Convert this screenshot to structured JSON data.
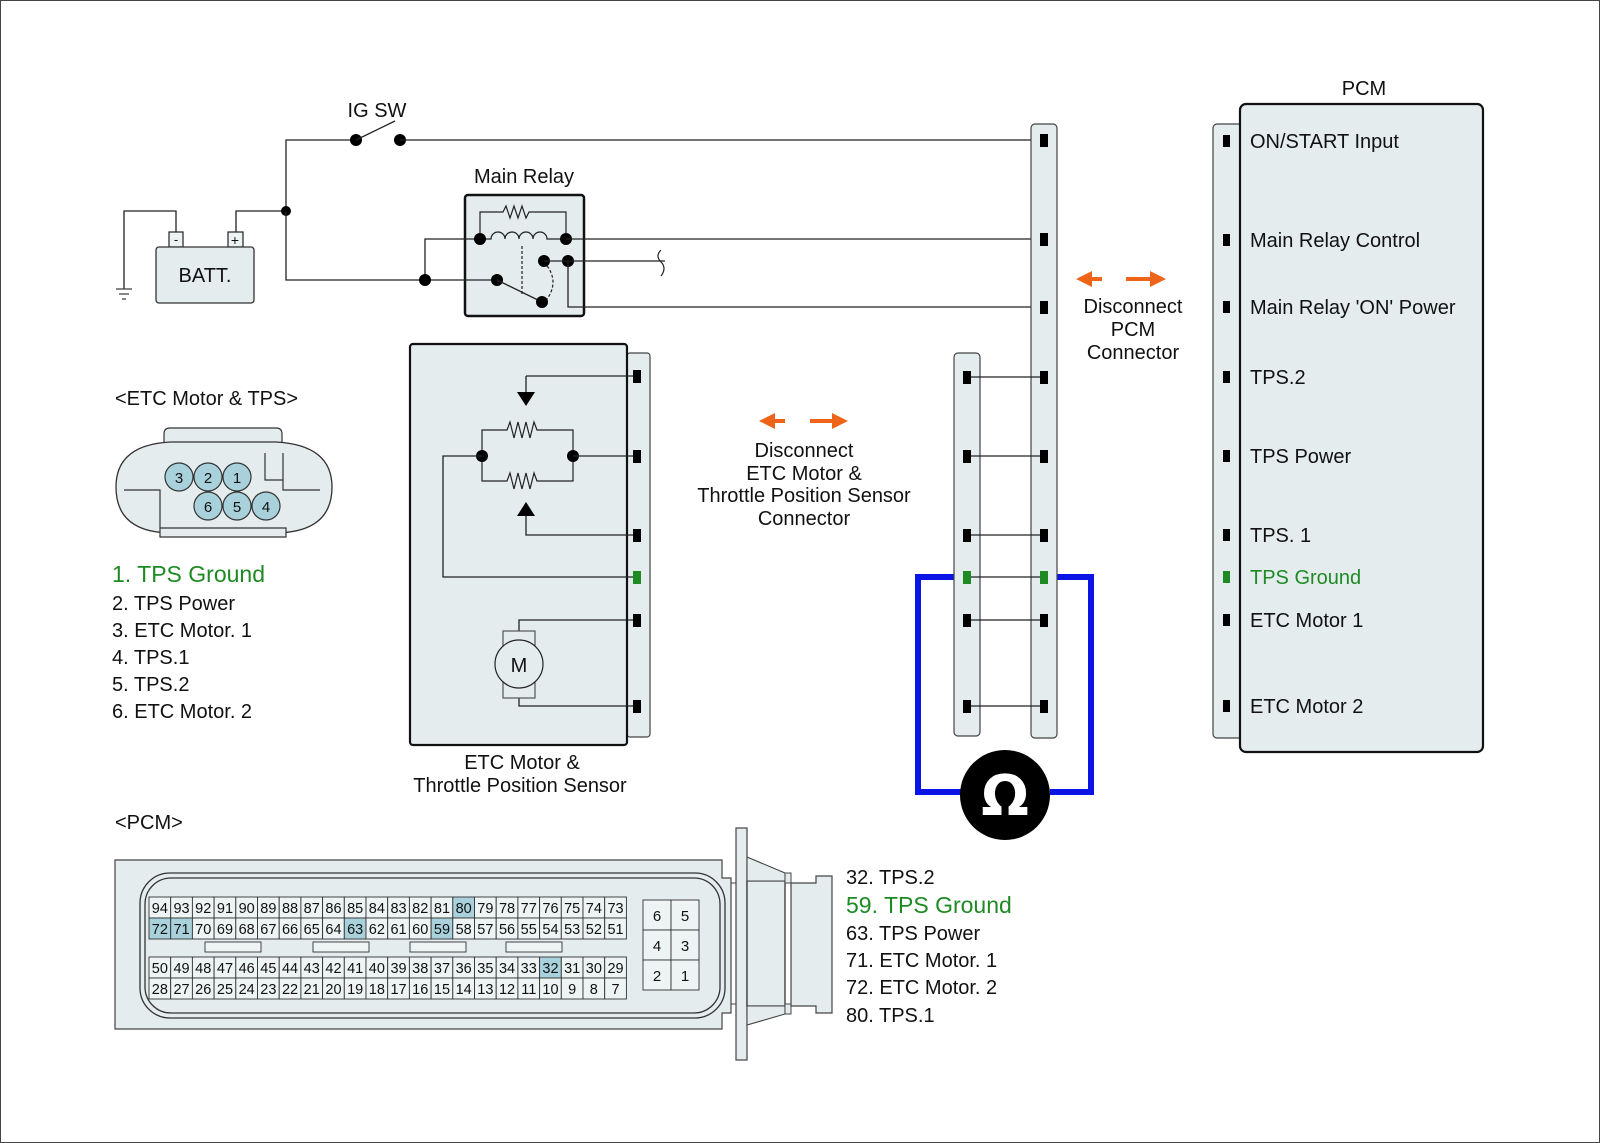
{
  "colors": {
    "panel": "#e5ecee",
    "highlight_pin": "#a9d1dc",
    "ground_green": "#1e8a24",
    "disconnect_arrow": "#ee6418",
    "meter_wire": "#0a14e6",
    "pin_black": "#000000"
  },
  "circuit": {
    "ig_sw_label": "IG SW",
    "battery_label": "BATT.",
    "battery_neg": "-",
    "battery_pos": "+",
    "main_relay_label": "Main Relay",
    "sensor_caption_line1": "ETC Motor &",
    "sensor_caption_line2": "Throttle Position Sensor",
    "motor_symbol": "M",
    "ohm_symbol": "Ω"
  },
  "disconnect_etc": {
    "icon": "double-arrow-icon",
    "lines": [
      "Disconnect",
      "ETC Motor &",
      "Throttle Position Sensor",
      "Connector"
    ]
  },
  "disconnect_pcm": {
    "icon": "double-arrow-icon",
    "lines": [
      "Disconnect",
      "PCM",
      "Connector"
    ]
  },
  "pcm_box": {
    "title": "PCM",
    "pins": [
      {
        "label": "ON/START Input",
        "state": "normal"
      },
      {
        "label": "Main Relay Control",
        "state": "normal"
      },
      {
        "label": "Main Relay 'ON' Power",
        "state": "normal"
      },
      {
        "label": "TPS.2",
        "state": "normal"
      },
      {
        "label": "TPS Power",
        "state": "normal"
      },
      {
        "label": "TPS. 1",
        "state": "normal"
      },
      {
        "label": "TPS Ground",
        "state": "highlight"
      },
      {
        "label": "ETC Motor 1",
        "state": "normal"
      },
      {
        "label": "ETC Motor 2",
        "state": "normal"
      }
    ]
  },
  "etc_connector": {
    "title": "<ETC Motor & TPS>",
    "pin_numbers_top": [
      "3",
      "2",
      "1"
    ],
    "pin_numbers_bottom": [
      "6",
      "5",
      "4"
    ],
    "legend": [
      {
        "text": "1. TPS Ground",
        "state": "highlight"
      },
      {
        "text": "2. TPS Power",
        "state": "normal"
      },
      {
        "text": "3. ETC Motor. 1",
        "state": "normal"
      },
      {
        "text": "4. TPS.1",
        "state": "normal"
      },
      {
        "text": "5. TPS.2",
        "state": "normal"
      },
      {
        "text": "6. ETC Motor. 2",
        "state": "normal"
      }
    ]
  },
  "pcm_connector": {
    "title": "<PCM>",
    "rows": [
      [
        "94",
        "93",
        "92",
        "91",
        "90",
        "89",
        "88",
        "87",
        "86",
        "85",
        "84",
        "83",
        "82",
        "81",
        "80",
        "79",
        "78",
        "77",
        "76",
        "75",
        "74",
        "73"
      ],
      [
        "72",
        "71",
        "70",
        "69",
        "68",
        "67",
        "66",
        "65",
        "64",
        "63",
        "62",
        "61",
        "60",
        "59",
        "58",
        "57",
        "56",
        "55",
        "54",
        "53",
        "52",
        "51"
      ],
      [
        "50",
        "49",
        "48",
        "47",
        "46",
        "45",
        "44",
        "43",
        "42",
        "41",
        "40",
        "39",
        "38",
        "37",
        "36",
        "35",
        "34",
        "33",
        "32",
        "31",
        "30",
        "29"
      ],
      [
        "28",
        "27",
        "26",
        "25",
        "24",
        "23",
        "22",
        "21",
        "20",
        "19",
        "18",
        "17",
        "16",
        "15",
        "14",
        "13",
        "12",
        "11",
        "10",
        "9",
        "8",
        "7"
      ]
    ],
    "highlighted_pins": [
      "80",
      "72",
      "71",
      "63",
      "59",
      "32"
    ],
    "small_block": [
      [
        "6",
        "5"
      ],
      [
        "4",
        "3"
      ],
      [
        "2",
        "1"
      ]
    ],
    "legend": [
      {
        "text": "32. TPS.2",
        "state": "normal"
      },
      {
        "text": "59. TPS Ground",
        "state": "highlight"
      },
      {
        "text": "63. TPS Power",
        "state": "normal"
      },
      {
        "text": "71. ETC Motor. 1",
        "state": "normal"
      },
      {
        "text": "72. ETC Motor. 2",
        "state": "normal"
      },
      {
        "text": "80. TPS.1",
        "state": "normal"
      }
    ]
  }
}
